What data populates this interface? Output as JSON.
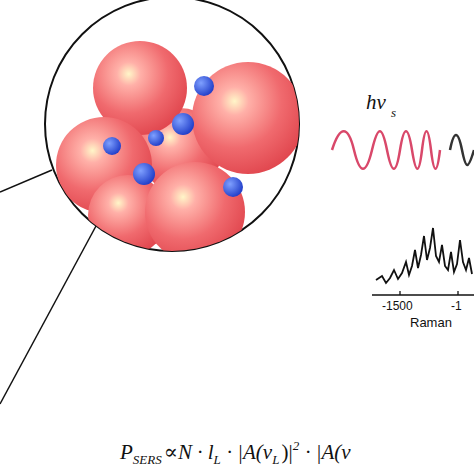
{
  "diagram": {
    "labels": [
      "hν",
      "s",
      "-1500",
      "-1",
      "Raman",
      "P",
      "SERS",
      "∝",
      "N · l",
      "L",
      "· |A(ν",
      "L",
      ")|",
      "2",
      "· |A(ν"
    ]
  }
}
